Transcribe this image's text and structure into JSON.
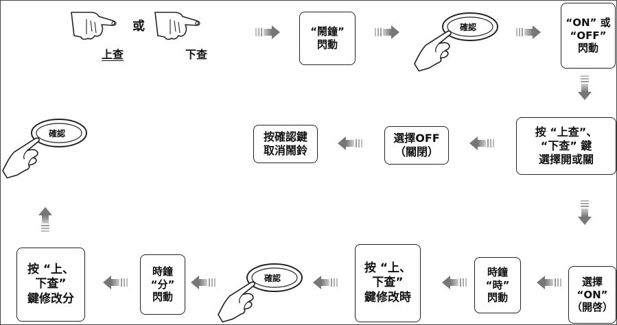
{
  "top": {
    "or": "或",
    "up_label": "上查",
    "down_label": "下查"
  },
  "confirm_label": "確認",
  "boxes": {
    "alarm_flash": [
      "“鬧鐘”",
      "閃動"
    ],
    "on_off_flash": [
      "“ON” 或",
      "“OFF”",
      "閃動"
    ],
    "select_on_off": [
      "按 “上查”、",
      "“下查” 鍵",
      "選擇開或關"
    ],
    "select_off": [
      "選擇OFF",
      "（關閉）"
    ],
    "cancel_alarm": [
      "按確認鍵",
      "取消鬧鈴"
    ],
    "select_on": [
      "選擇",
      "“ON”",
      "（開啓）"
    ],
    "hour_flash": [
      "時鐘",
      "“時”",
      "閃動"
    ],
    "modify_hour": [
      "按 “上、",
      "下查”",
      "鍵修改時"
    ],
    "minute_flash": [
      "時鐘",
      "“分”",
      "閃動"
    ],
    "modify_minute": [
      "按 “上、",
      "下查”",
      "鍵修改分"
    ]
  }
}
